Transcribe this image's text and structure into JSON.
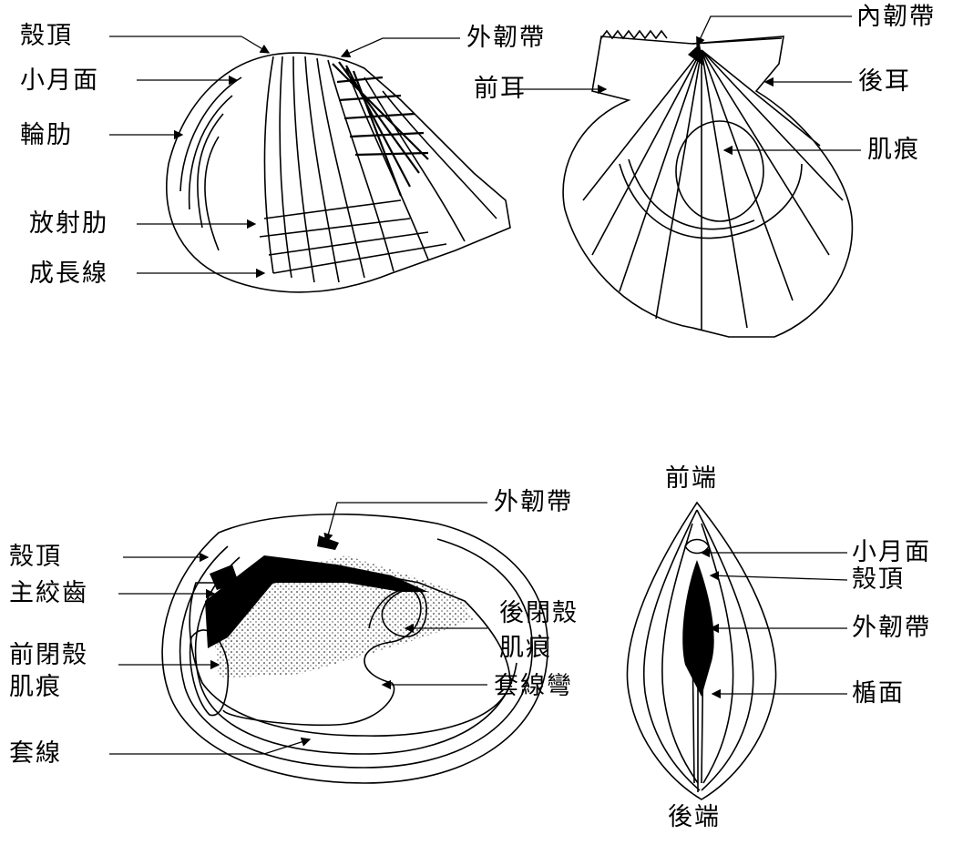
{
  "figure_a": {
    "labels": {
      "umbo": "殼頂",
      "lunule": "小月面",
      "concentric_rib": "輪肋",
      "radial_rib": "放射肋",
      "growth_line": "成長線",
      "external_ligament": "外韌帶"
    }
  },
  "figure_b": {
    "labels": {
      "internal_ligament": "內韌帶",
      "anterior_ear": "前耳",
      "posterior_ear": "後耳",
      "muscle_scar": "肌痕"
    }
  },
  "figure_c": {
    "labels": {
      "external_ligament": "外韌帶",
      "umbo": "殼頂",
      "hinge_teeth": "主絞齒",
      "anterior_adductor_line1": "前閉殼",
      "anterior_adductor_line2": "肌痕",
      "posterior_adductor_line1": "後閉殼",
      "posterior_adductor_line2": "肌痕",
      "pallial_sinus": "套線彎",
      "pallial_line": "套線"
    }
  },
  "figure_d": {
    "labels": {
      "anterior_end": "前端",
      "posterior_end": "後端",
      "lunule": "小月面",
      "umbo": "殼頂",
      "external_ligament": "外韌帶",
      "escutcheon": "楯面"
    }
  }
}
